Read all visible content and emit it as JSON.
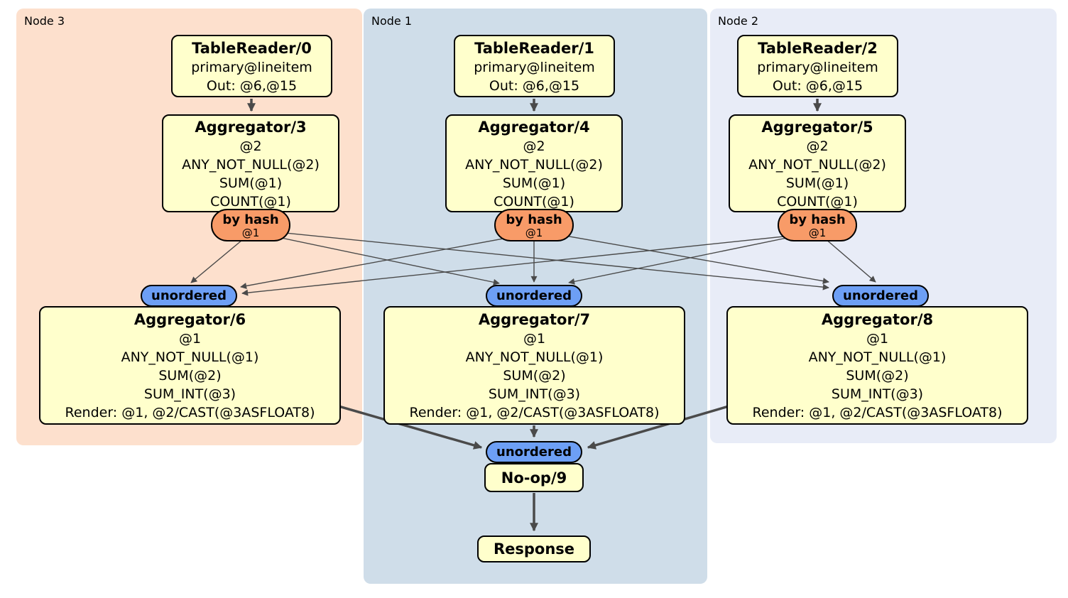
{
  "colors": {
    "page_bg": "#ffffff",
    "node3_region_bg": "#fde0cd",
    "node1_region_bg": "#cfdde9",
    "node2_region_bg": "#e8ecf7",
    "operator_box_bg": "#ffffcc",
    "router_capsule_bg": "#f89b68",
    "stream_capsule_bg": "#6d9ff5",
    "edge_color": "#4a4a4a",
    "border_color": "#000000"
  },
  "regions": [
    {
      "label": "Node 3"
    },
    {
      "label": "Node 1"
    },
    {
      "label": "Node 2"
    }
  ],
  "operators": {
    "tablereader0": {
      "title": "TableReader/0",
      "lines": [
        "primary@lineitem",
        "Out: @6,@15"
      ]
    },
    "tablereader1": {
      "title": "TableReader/1",
      "lines": [
        "primary@lineitem",
        "Out: @6,@15"
      ]
    },
    "tablereader2": {
      "title": "TableReader/2",
      "lines": [
        "primary@lineitem",
        "Out: @6,@15"
      ]
    },
    "aggregator3": {
      "title": "Aggregator/3",
      "lines": [
        "@2",
        "ANY_NOT_NULL(@2)",
        "SUM(@1)",
        "COUNT(@1)"
      ]
    },
    "aggregator4": {
      "title": "Aggregator/4",
      "lines": [
        "@2",
        "ANY_NOT_NULL(@2)",
        "SUM(@1)",
        "COUNT(@1)"
      ]
    },
    "aggregator5": {
      "title": "Aggregator/5",
      "lines": [
        "@2",
        "ANY_NOT_NULL(@2)",
        "SUM(@1)",
        "COUNT(@1)"
      ]
    },
    "aggregator6": {
      "title": "Aggregator/6",
      "lines": [
        "@1",
        "ANY_NOT_NULL(@1)",
        "SUM(@2)",
        "SUM_INT(@3)",
        "Render: @1, @2/CAST(@3ASFLOAT8)"
      ]
    },
    "aggregator7": {
      "title": "Aggregator/7",
      "lines": [
        "@1",
        "ANY_NOT_NULL(@1)",
        "SUM(@2)",
        "SUM_INT(@3)",
        "Render: @1, @2/CAST(@3ASFLOAT8)"
      ]
    },
    "aggregator8": {
      "title": "Aggregator/8",
      "lines": [
        "@1",
        "ANY_NOT_NULL(@1)",
        "SUM(@2)",
        "SUM_INT(@3)",
        "Render: @1, @2/CAST(@3ASFLOAT8)"
      ]
    },
    "noop9": {
      "title": "No-op/9"
    },
    "response": {
      "title": "Response"
    }
  },
  "routers": {
    "byhash_node3": {
      "label": "by hash",
      "detail": "@1"
    },
    "byhash_node1": {
      "label": "by hash",
      "detail": "@1"
    },
    "byhash_node2": {
      "label": "by hash",
      "detail": "@1"
    }
  },
  "streams": {
    "unordered_node3": {
      "label": "unordered"
    },
    "unordered_node1": {
      "label": "unordered"
    },
    "unordered_node2": {
      "label": "unordered"
    },
    "unordered_final": {
      "label": "unordered"
    }
  }
}
